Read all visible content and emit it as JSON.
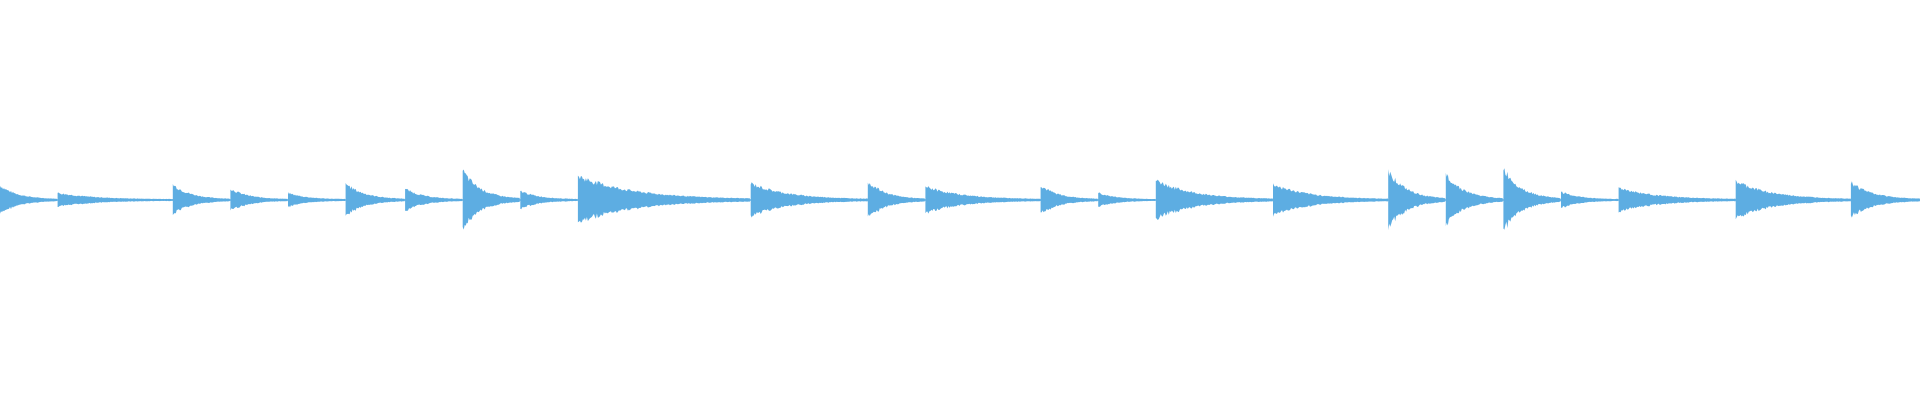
{
  "waveform": {
    "color": "#5dade2",
    "onsets": [
      {
        "t": 0.0,
        "amp": 0.26
      },
      {
        "t": 0.03,
        "amp": 0.12
      },
      {
        "t": 0.09,
        "amp": 0.28
      },
      {
        "t": 0.12,
        "amp": 0.2
      },
      {
        "t": 0.15,
        "amp": 0.12
      },
      {
        "t": 0.18,
        "amp": 0.3
      },
      {
        "t": 0.211,
        "amp": 0.2
      },
      {
        "t": 0.241,
        "amp": 0.54
      },
      {
        "t": 0.271,
        "amp": 0.16
      },
      {
        "t": 0.301,
        "amp": 0.44
      },
      {
        "t": 0.391,
        "amp": 0.3
      },
      {
        "t": 0.452,
        "amp": 0.34
      },
      {
        "t": 0.482,
        "amp": 0.24
      },
      {
        "t": 0.542,
        "amp": 0.26
      },
      {
        "t": 0.572,
        "amp": 0.12
      },
      {
        "t": 0.602,
        "amp": 0.36
      },
      {
        "t": 0.663,
        "amp": 0.28
      },
      {
        "t": 0.723,
        "amp": 0.54
      },
      {
        "t": 0.753,
        "amp": 0.48
      },
      {
        "t": 0.783,
        "amp": 0.58
      },
      {
        "t": 0.813,
        "amp": 0.14
      },
      {
        "t": 0.843,
        "amp": 0.22
      },
      {
        "t": 0.904,
        "amp": 0.34
      },
      {
        "t": 0.964,
        "amp": 0.32
      }
    ]
  }
}
